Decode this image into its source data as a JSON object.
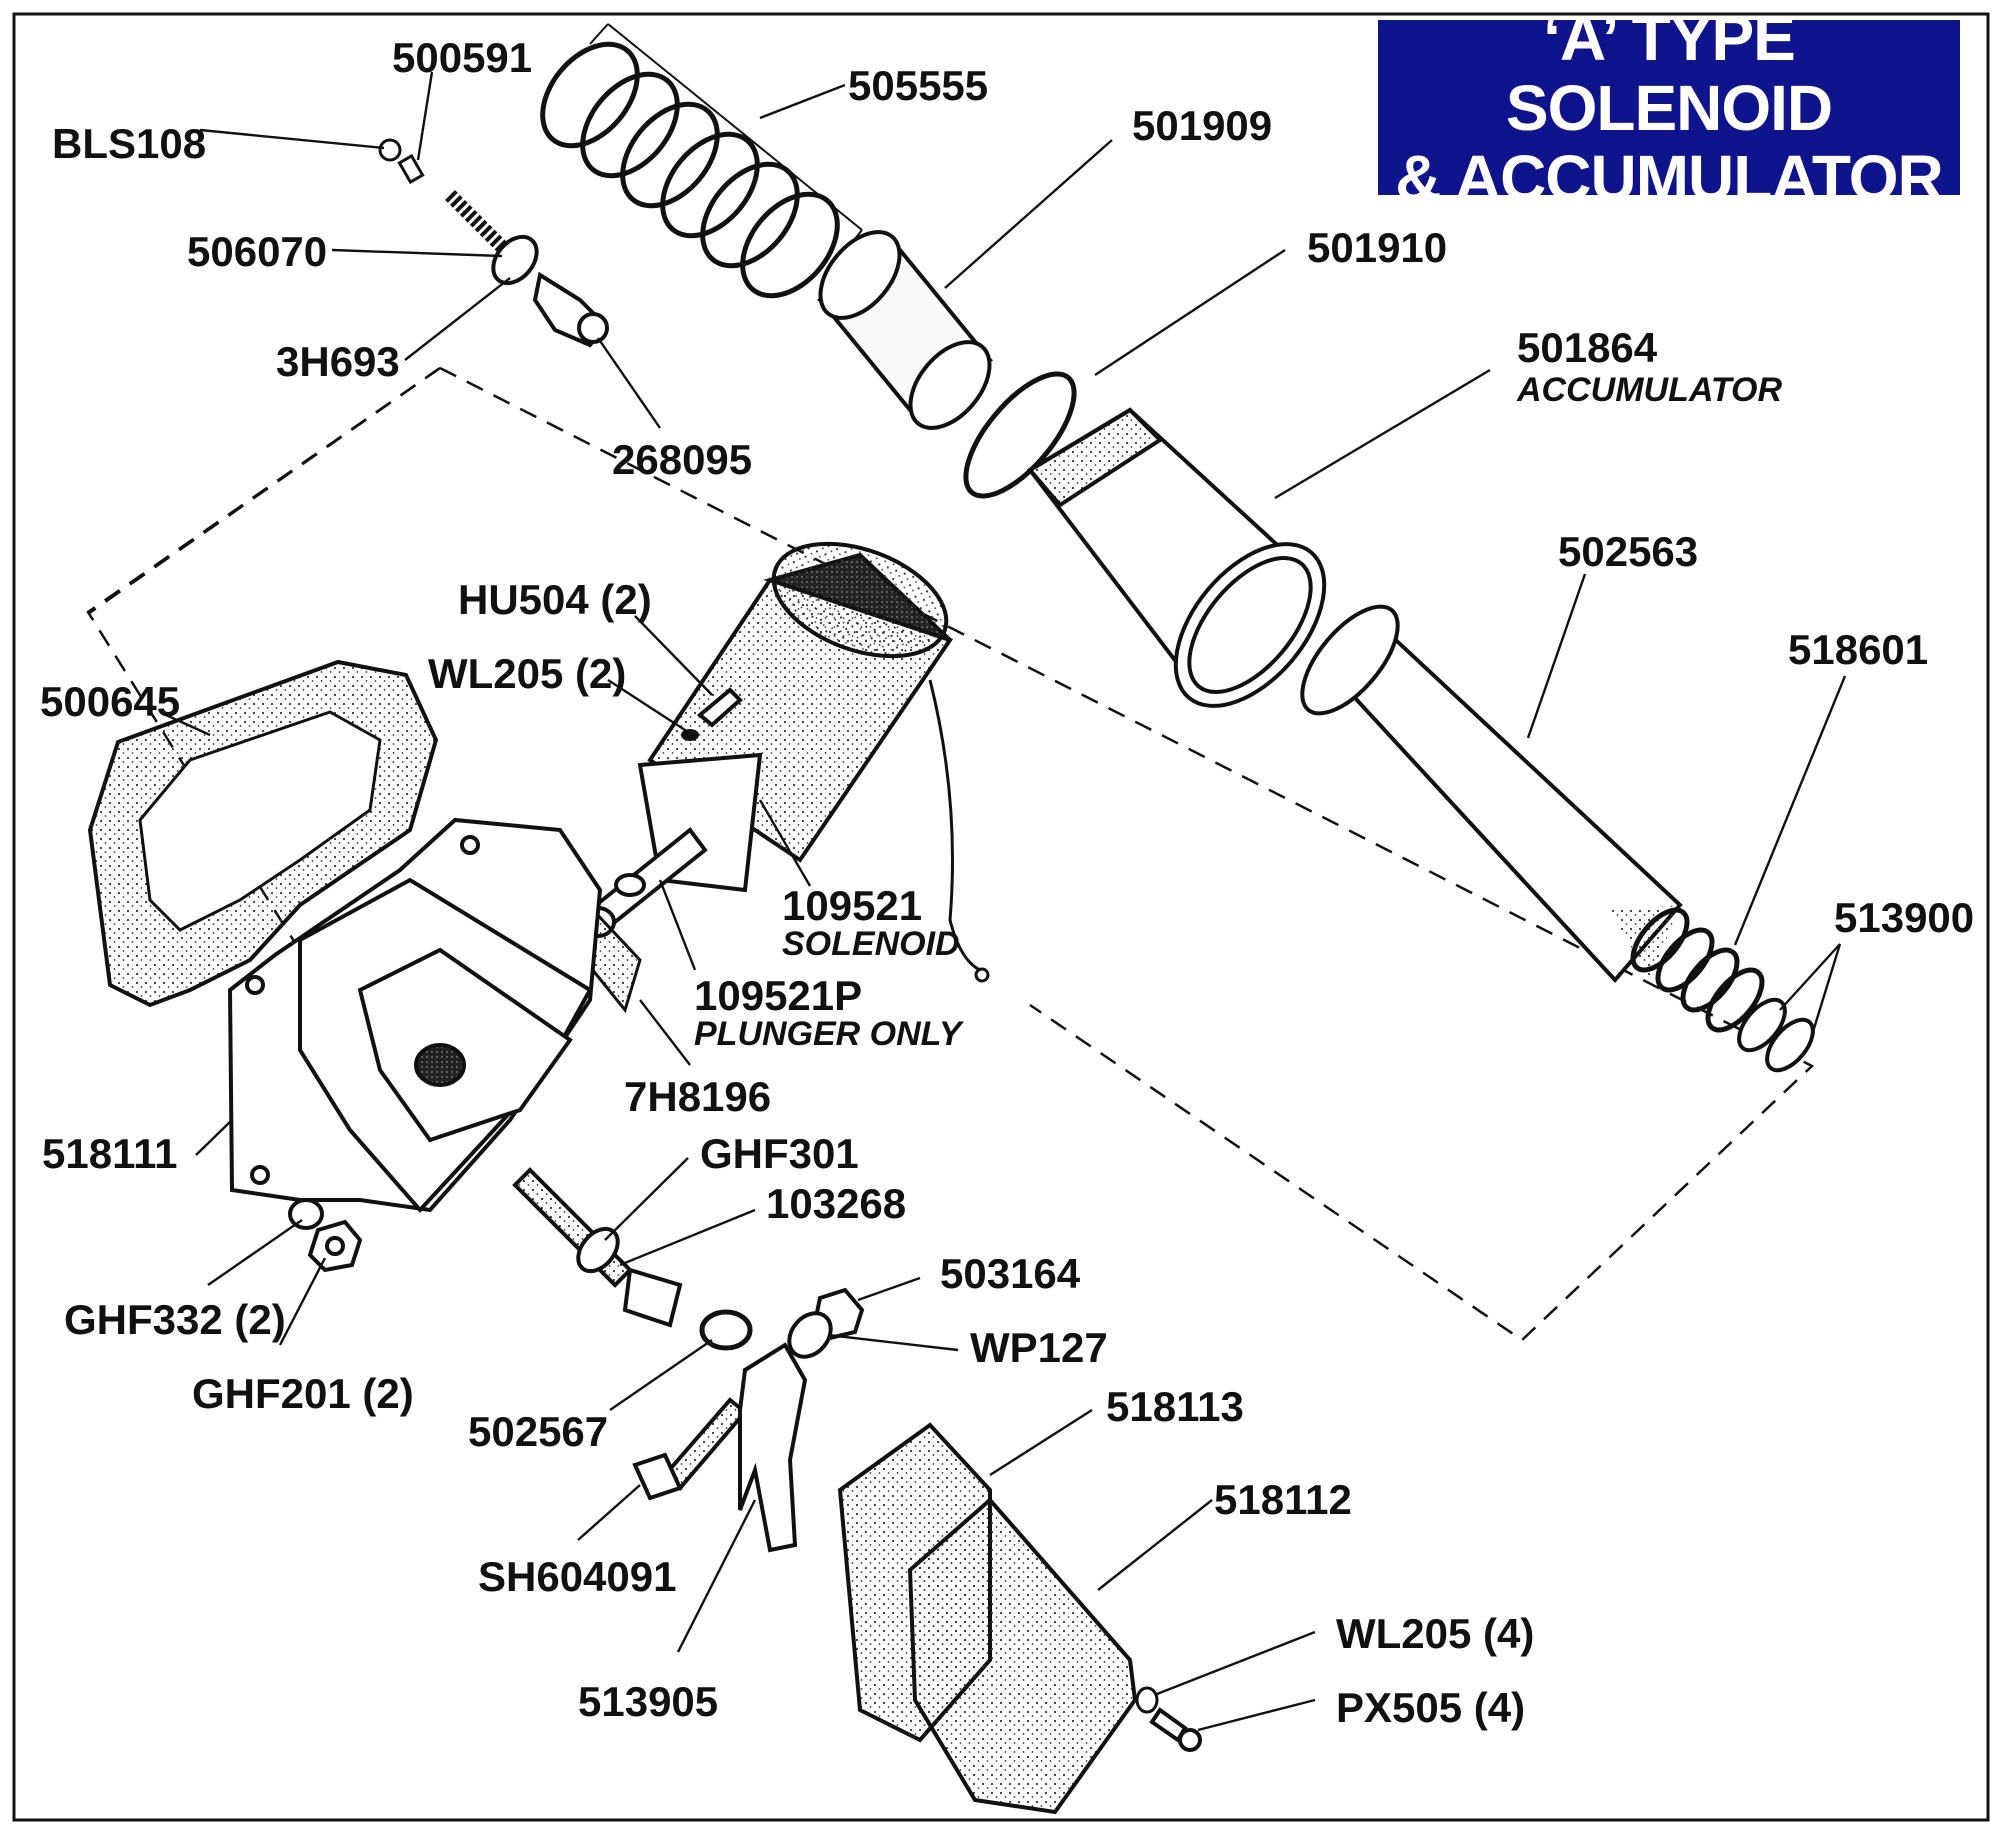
{
  "title": {
    "line1": "‘A’ TYPE SOLENOID",
    "line2": "& ACCUMULATOR"
  },
  "colors": {
    "title_bg": "#0f148c",
    "title_text": "#ffffff",
    "line_art": "#111111"
  },
  "labels": {
    "p500591": "500591",
    "bls108": "BLS108",
    "p505555": "505555",
    "p501909": "501909",
    "p506070": "506070",
    "p3h693": "3H693",
    "p268095": "268095",
    "p501910": "501910",
    "p501864": "501864",
    "p501864_sub": "ACCUMULATOR",
    "p502563": "502563",
    "p518601": "518601",
    "p513900": "513900",
    "hu504": "HU504 (2)",
    "wl205_2": "WL205 (2)",
    "p500645": "500645",
    "p109521": "109521",
    "p109521_sub": "SOLENOID",
    "p109521p": "109521P",
    "p109521p_sub": "PLUNGER ONLY",
    "p7h8196": "7H8196",
    "p518111": "518111",
    "ghf301": "GHF301",
    "p103268": "103268",
    "ghf332": "GHF332 (2)",
    "ghf201": "GHF201 (2)",
    "p503164": "503164",
    "wp127": "WP127",
    "p502567": "502567",
    "p518113": "518113",
    "p518112": "518112",
    "sh604091": "SH604091",
    "wl205_4": "WL205 (4)",
    "px505": "PX505 (4)",
    "p513905": "513905"
  }
}
